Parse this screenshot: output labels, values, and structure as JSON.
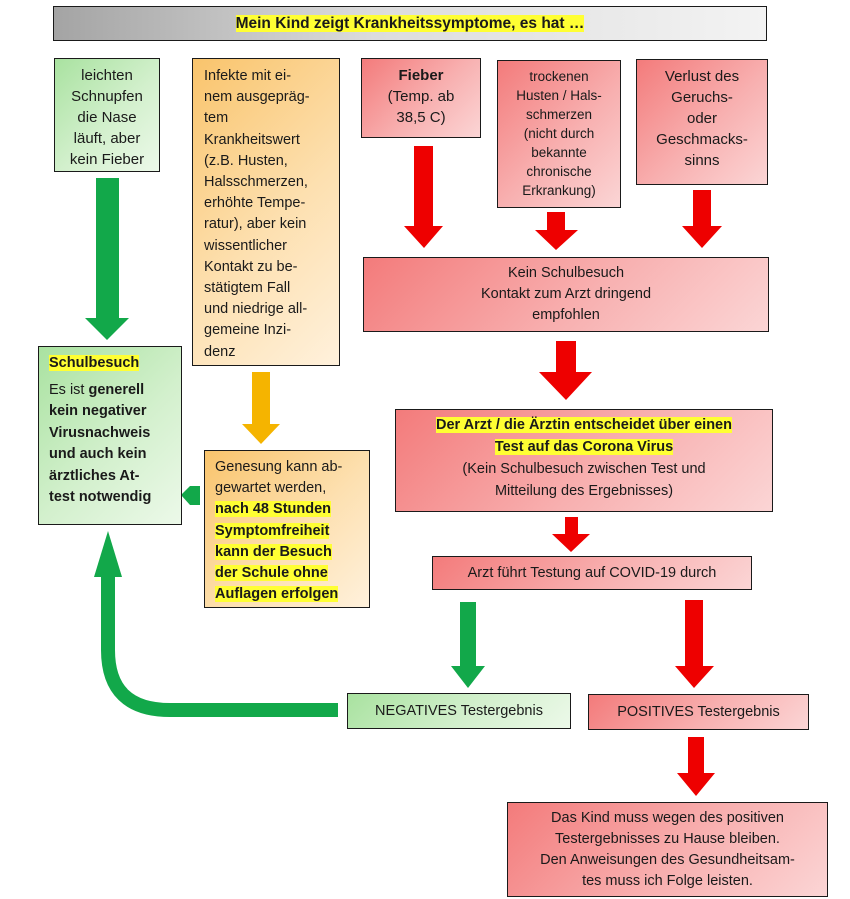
{
  "header": {
    "title": "Mein Kind zeigt Krankheitssymptome, es hat …"
  },
  "symptoms": {
    "mild_cold": [
      "leichten",
      "Schnupfen",
      "die Nase",
      "läuft, aber",
      "kein Fieber"
    ],
    "infection": [
      "Infekte mit ei-",
      "nem ausgepräg-",
      "tem",
      "Krankheitswert",
      "(z.B. Husten,",
      "Halsschmerzen,",
      "erhöhte Tempe-",
      "ratur), aber kein",
      "wissentlicher",
      "Kontakt zu be-",
      "stätigtem Fall",
      "und niedrige all-",
      "gemeine Inzi-",
      "denz"
    ],
    "fever": {
      "title": "Fieber",
      "lines": [
        "(Temp. ab",
        "38,5 C)"
      ]
    },
    "dry_cough": [
      "trockenen",
      "Husten / Hals-",
      "schmerzen",
      "(nicht durch",
      "bekannte",
      "chronische",
      "Erkrankung)"
    ],
    "smell_loss": [
      "Verlust des",
      "Geruchs-",
      "oder",
      "Geschmacks-",
      "sinns"
    ]
  },
  "no_school": [
    "Kein Schulbesuch",
    "Kontakt zum Arzt dringend",
    "empfohlen"
  ],
  "doctor_decides": {
    "highlight": [
      "Der Arzt / die Ärztin entscheidet über einen",
      "Test auf das Corona Virus"
    ],
    "lines": [
      "(Kein Schulbesuch zwischen Test und",
      "Mitteilung des Ergebnisses)"
    ]
  },
  "doctor_tests": "Arzt führt Testung auf COVID-19 durch",
  "negative": "NEGATIVES Testergebnis",
  "positive": "POSITIVES Testergebnis",
  "stay_home": [
    "Das Kind muss wegen des positiven",
    "Testergebnisses zu Hause bleiben.",
    "Den Anweisungen des Gesundheitsam-",
    "tes muss ich Folge leisten."
  ],
  "school": {
    "title": "Schulbesuch",
    "intro": "Es ist ",
    "bold_lines": [
      "generell",
      "kein negativer",
      "Virusnachweis",
      "und auch kein",
      "ärztliches At-",
      "test notwendig"
    ]
  },
  "recovery": {
    "lines": [
      "Genesung kann ab-",
      "gewartet werden,"
    ],
    "bold_lines": [
      "nach 48 Stunden",
      "Symptomfreiheit",
      "kann der Besuch",
      "der Schule ohne",
      "Auflagen erfolgen"
    ]
  },
  "colors": {
    "green_arrow": "#12a84a",
    "red_arrow": "#ee0000",
    "orange_arrow": "#f5b400",
    "highlight": "#ffff33"
  }
}
